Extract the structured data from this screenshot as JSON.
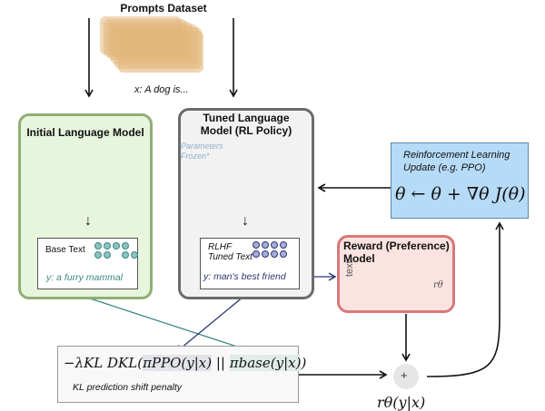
{
  "dataset": {
    "title": "Prompts Dataset",
    "prompt_example": "x: A dog is..."
  },
  "initial_model": {
    "title": "Initial Language Model",
    "output_label": "Base Text",
    "output_example": "y: a furry mammal",
    "colors": {
      "fill": "#e8f5dd",
      "border": "#8fae75",
      "input_node": "#7b9fd4",
      "hidden_node": "#9bc77a",
      "output_node": "#f2c94c"
    }
  },
  "tuned_model": {
    "title_line1": "Tuned Language",
    "title_line2": "Model (RL Policy)",
    "frozen_note_line1": "Parameters",
    "frozen_note_line2": "Frozen*",
    "output_label_line1": "RLHF",
    "output_label_line2": "Tuned Text",
    "output_example": "y: man's best friend",
    "colors": {
      "fill": "#f2f2f2",
      "border": "#6b6b6b",
      "node": "#9a9a9a",
      "output_node": "#f2d24c"
    }
  },
  "rl_update": {
    "title_line1": "Reinforcement Learning",
    "title_line2": "Update (e.g. PPO)",
    "formula": "θ ← θ + ∇θ J(θ)",
    "colors": {
      "fill": "#b6dbf7",
      "border": "#5f86a8"
    }
  },
  "reward_model": {
    "title_line1": "Reward (Preference)",
    "title_line2": "Model",
    "input_label": "text",
    "output_label": "rθ",
    "colors": {
      "fill": "#fbe3e1",
      "border": "#d77a78",
      "node": "#e29593"
    }
  },
  "kl_penalty": {
    "formula_prefix": "−λKL DKL(",
    "formula_ppo": "πPPO(y|x)",
    "formula_sep": " || ",
    "formula_base": "πbase(y|x)",
    "formula_suffix": ")",
    "caption": "KL prediction shift penalty"
  },
  "sum_node": {
    "symbol": "+",
    "output_label": "rθ(y|x)"
  },
  "colors": {
    "teal_arrow": "#3a8a86",
    "navy_arrow": "#2e3470",
    "dataset_card": "#e2b77c"
  }
}
